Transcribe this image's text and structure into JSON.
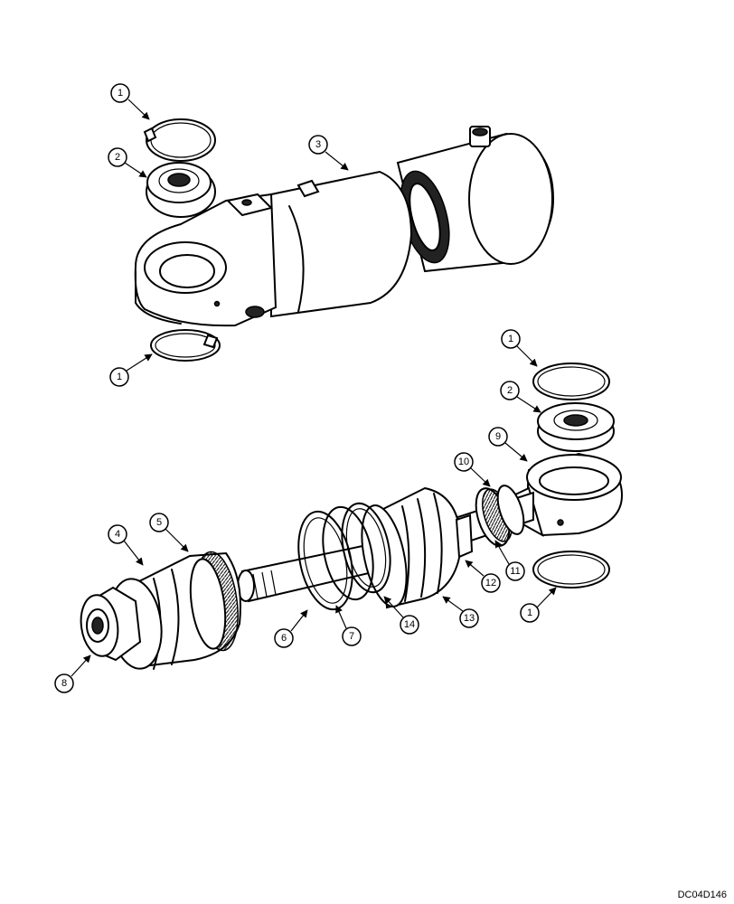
{
  "drawing_code": "DC04D146",
  "callouts": [
    "1",
    "2",
    "3",
    "1",
    "1",
    "2",
    "9",
    "10",
    "4",
    "5",
    "12",
    "11",
    "6",
    "7",
    "14",
    "13",
    "1",
    "8"
  ]
}
